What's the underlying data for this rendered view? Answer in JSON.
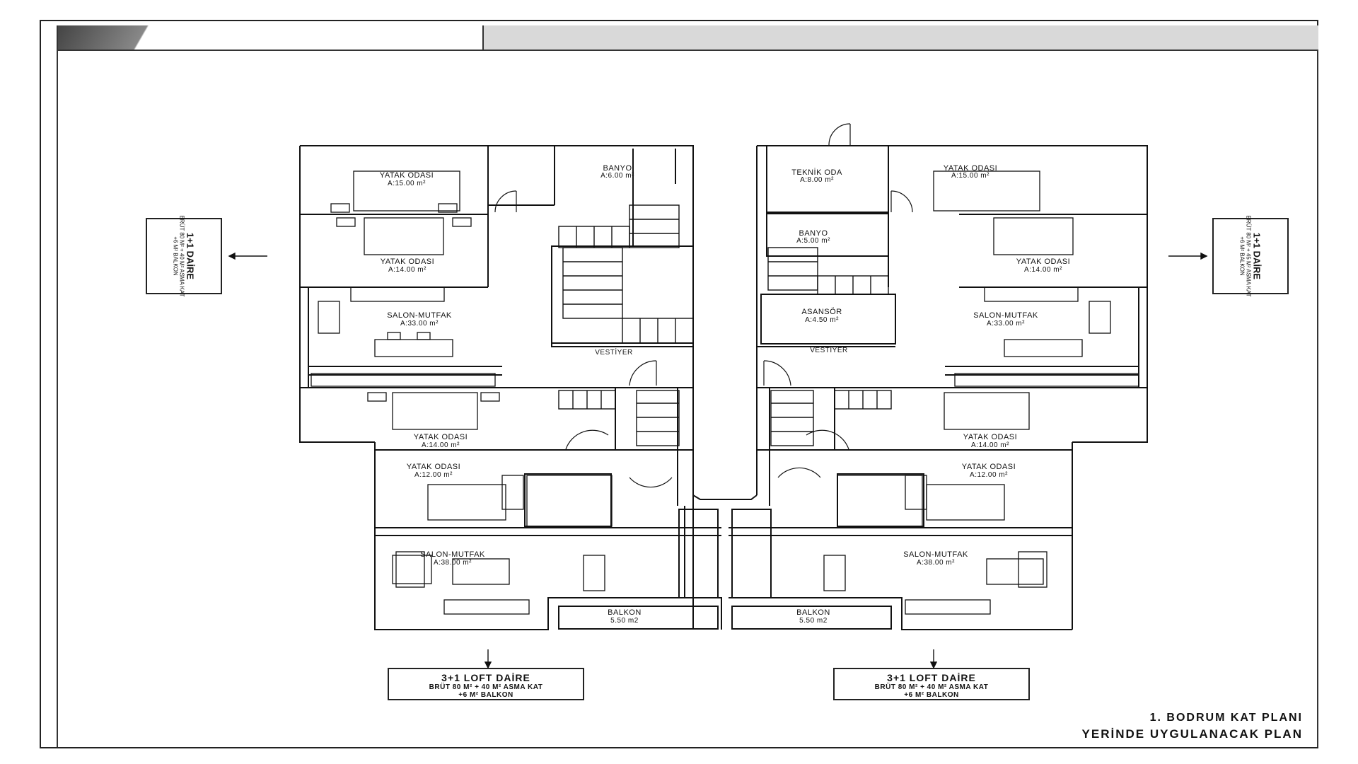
{
  "plan": {
    "title_line1": "1. BODRUM KAT PLANI",
    "title_line2": "YERİNDE UYGULANACAK PLAN"
  },
  "left_unit": {
    "rooms": [
      {
        "name": "YATAK ODASI",
        "area": "A:15.00 m²"
      },
      {
        "name": "BANYO",
        "area": "A:6.00 m²"
      },
      {
        "name": "YATAK ODASI",
        "area": "A:14.00 m²"
      },
      {
        "name": "SALON-MUTFAK",
        "area": "A:33.00 m²"
      },
      {
        "name": "VESTİYER",
        "area": ""
      },
      {
        "name": "YATAK ODASI",
        "area": "A:14.00 m²"
      },
      {
        "name": "YATAK ODASI",
        "area": "A:12.00 m²"
      },
      {
        "name": "SALON-MUTFAK",
        "area": "A:38.00 m²"
      },
      {
        "name": "BALKON",
        "area": "5.50 m2"
      }
    ],
    "side_label": {
      "line1": "1+1 DAİRE",
      "line2": "BRÜT 80 M² + 40 M² ASMA KAT",
      "line3": "+6 M² BALKON"
    },
    "bottom_label": {
      "line1": "3+1 LOFT DAİRE",
      "line2": "BRÜT 80 M² + 40 M² ASMA KAT",
      "line3": "+6 M² BALKON"
    }
  },
  "right_unit": {
    "rooms": [
      {
        "name": "TEKNİK ODA",
        "area": "A:8.00 m²"
      },
      {
        "name": "YATAK ODASI",
        "area": "A:15.00 m²"
      },
      {
        "name": "BANYO",
        "area": "A:5.00 m²"
      },
      {
        "name": "YATAK ODASI",
        "area": "A:14.00 m²"
      },
      {
        "name": "ASANSÖR",
        "area": "A:4.50 m²"
      },
      {
        "name": "SALON-MUTFAK",
        "area": "A:33.00 m²"
      },
      {
        "name": "VESTİYER",
        "area": ""
      },
      {
        "name": "YATAK ODASI",
        "area": "A:14.00 m²"
      },
      {
        "name": "YATAK ODASI",
        "area": "A:12.00 m²"
      },
      {
        "name": "SALON-MUTFAK",
        "area": "A:38.00 m²"
      },
      {
        "name": "BALKON",
        "area": "5.50 m2"
      }
    ],
    "side_label": {
      "line1": "1+1 DAİRE",
      "line2": "BRÜT 80 M² + 45 M² ASMA KAT",
      "line3": "+6 M² BALKON"
    },
    "bottom_label": {
      "line1": "3+1 LOFT DAİRE",
      "line2": "BRÜT 80 M² + 40 M² ASMA KAT",
      "line3": "+6 M² BALKON"
    }
  }
}
